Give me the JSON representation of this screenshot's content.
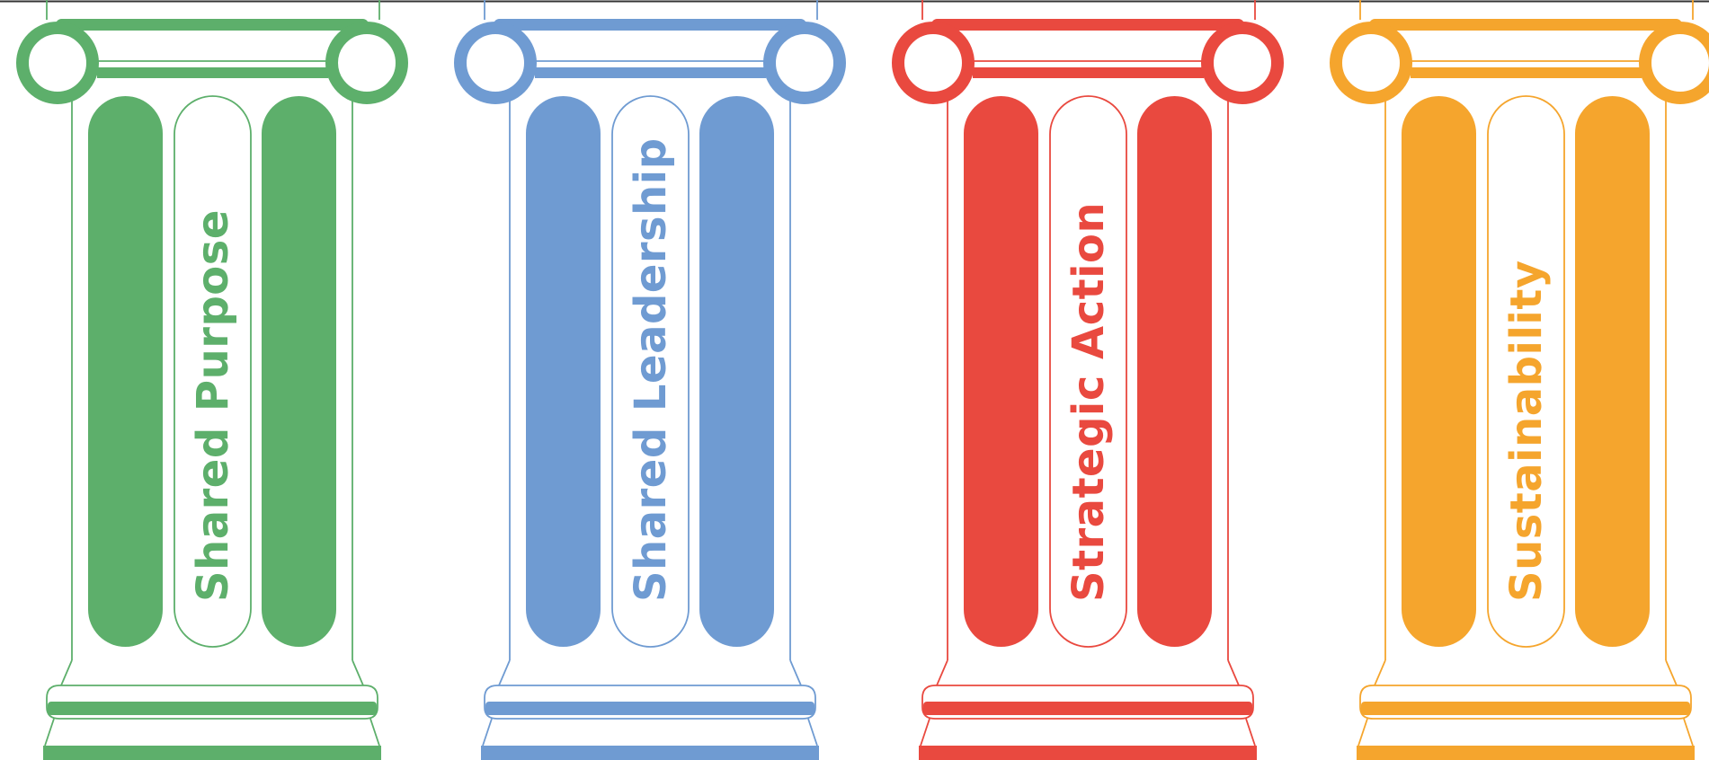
{
  "pillars": [
    {
      "label": "Shared Purpose",
      "color": "#5DAF6B",
      "icon": "ionic-column-icon"
    },
    {
      "label": "Shared Leadership",
      "color": "#6F9BD2",
      "icon": "ionic-column-icon"
    },
    {
      "label": "Strategic Action",
      "color": "#E9493F",
      "icon": "ionic-column-icon"
    },
    {
      "label": "Sustainability",
      "color": "#F5A52D",
      "icon": "ionic-column-icon"
    }
  ],
  "top_line_color": "#333333"
}
